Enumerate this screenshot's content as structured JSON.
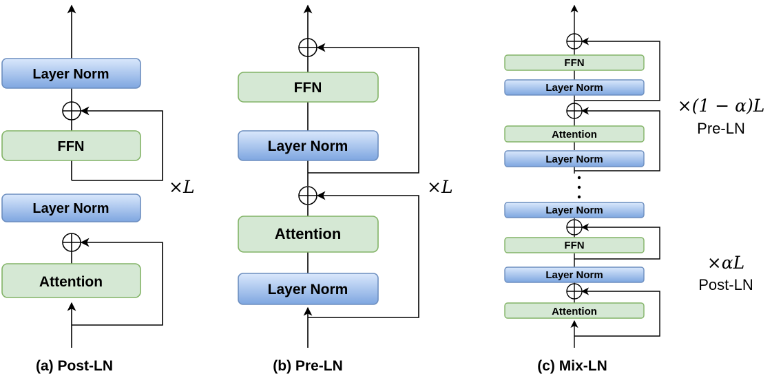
{
  "labels": {
    "layer_norm": "Layer Norm",
    "ffn": "FFN",
    "attention": "Attention"
  },
  "captions": {
    "a": "(a) Post-LN",
    "b": "(b) Pre-LN",
    "c": "(c) Mix-LN"
  },
  "annotations": {
    "times_L": "×L",
    "times_one_minus_alpha_L": "×(1 − α)L",
    "pre_ln": "Pre-LN",
    "times_alpha_L": "×αL",
    "post_ln": "Post-LN"
  },
  "colors": {
    "layer_norm_fill_top": "#dae8fc",
    "layer_norm_fill_bottom": "#7ea6e0",
    "layer_norm_stroke": "#6c8ebf",
    "green_fill": "#d5e8d4",
    "green_stroke": "#82b366"
  }
}
